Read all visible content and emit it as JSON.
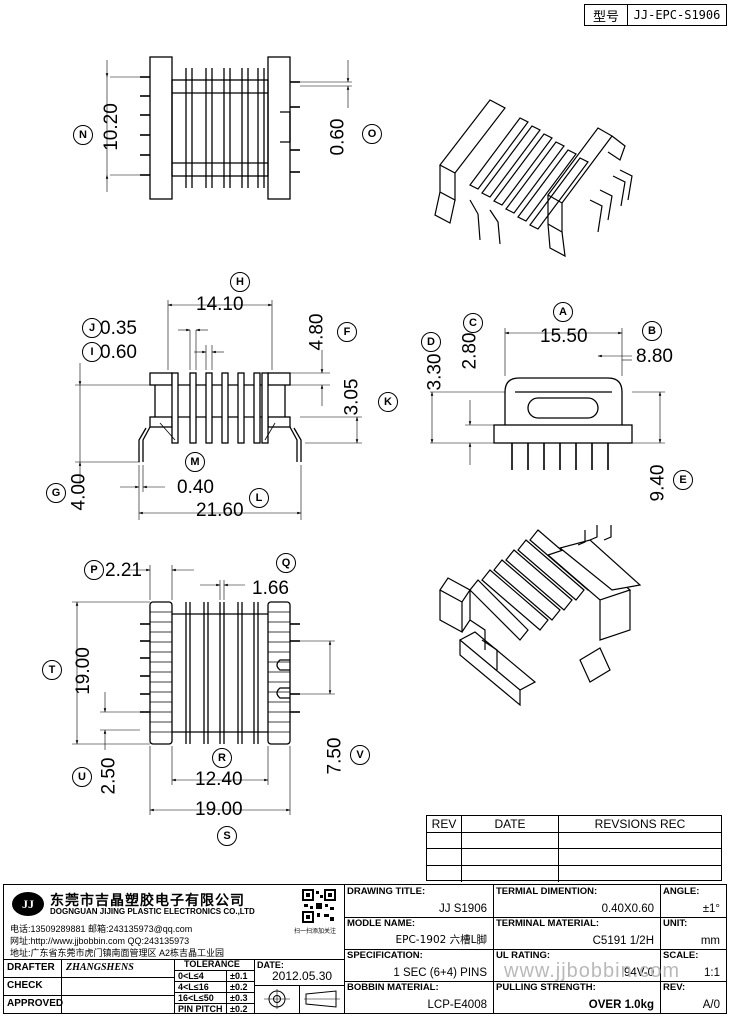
{
  "header": {
    "model_label": "型号",
    "model_value": "JJ-EPC-S1906"
  },
  "dimensions": {
    "n": "10.20",
    "o": "0.60",
    "h": "14.10",
    "j": "0.35",
    "i": "0.60",
    "f": "4.80",
    "k": "3.05",
    "g": "4.00",
    "m": "0.40",
    "l": "21.60",
    "a": "15.50",
    "b": "8.80",
    "c": "2.80",
    "d": "3.30",
    "e": "9.40",
    "p": "2.21",
    "q": "1.66",
    "t": "19.00",
    "u": "2.50",
    "r": "12.40",
    "s": "19.00",
    "v": "7.50"
  },
  "tags": {
    "N": "N",
    "O": "O",
    "H": "H",
    "J": "J",
    "I": "I",
    "F": "F",
    "K": "K",
    "G": "G",
    "M": "M",
    "L": "L",
    "A": "A",
    "B": "B",
    "C": "C",
    "D": "D",
    "E": "E",
    "P": "P",
    "Q": "Q",
    "T": "T",
    "U": "U",
    "R": "R",
    "S": "S",
    "V": "V"
  },
  "revision": {
    "col_rev": "REV",
    "col_date": "DATE",
    "col_rec": "REVSIONS REC"
  },
  "company": {
    "logo": "JJ",
    "name_cn": "东莞市吉晶塑胶电子有限公司",
    "name_en": "DOGNGUAN JIJING PLASTIC ELECTRONICS CO.,LTD",
    "phone": "电话:13509289881   邮箱:243135973@qq.com",
    "web": "网址:http://www.jjbobbin.com  QQ:243135973",
    "address": "地址:广东省东莞市虎门镇南面管理区 A2栋吉晶工业园",
    "qr_caption": "扫一扫添加关注"
  },
  "title_block": {
    "drawing_title_label": "DRAWING TITLE:",
    "drawing_title": "JJ  S1906",
    "terminal_dim_label": "TERMIAL DIMENTION:",
    "terminal_dim": "0.40X0.60",
    "angle_label": "ANGLE:",
    "angle": "±1°",
    "model_name_label": "MODLE NAME:",
    "model_name": "EPC-1902 六槽L脚",
    "terminal_mat_label": "TERMINAL MATERIAL:",
    "terminal_mat": "C5191 1/2H",
    "unit_label": "UNIT:",
    "unit": "mm",
    "spec_label": "SPECIFICATION:",
    "spec": "1 SEC (6+4) PINS",
    "ul_label": "UL RATING:",
    "ul": "94V-0",
    "scale_label": "SCALE:",
    "scale": "1:1",
    "bobbin_label": "BOBBIN  MATERIAL:",
    "bobbin": "LCP-E4008",
    "pin_strength_label": "PULLING STRENGTH:",
    "pin_strength": "OVER  1.0kg",
    "rev_label": "REV:",
    "rev": "A/0",
    "drafter_label": "DRAFTER",
    "drafter": "ZHANGSHENS",
    "check_label": "CHECK",
    "approved_label": "APPROVED",
    "tolerance_label": "TOLERANCE",
    "tol1_range": "0<L≤4",
    "tol1": "±0.1",
    "tol2_range": "4<L≤16",
    "tol2": "±0.2",
    "tol3_range": "16<L≤50",
    "tol3": "±0.3",
    "tol4_range": "PIN PITCH",
    "tol4": "±0.2",
    "date_label": "DATE:",
    "date": "2012.05.30"
  },
  "watermark": "www.jjbobbin.com"
}
